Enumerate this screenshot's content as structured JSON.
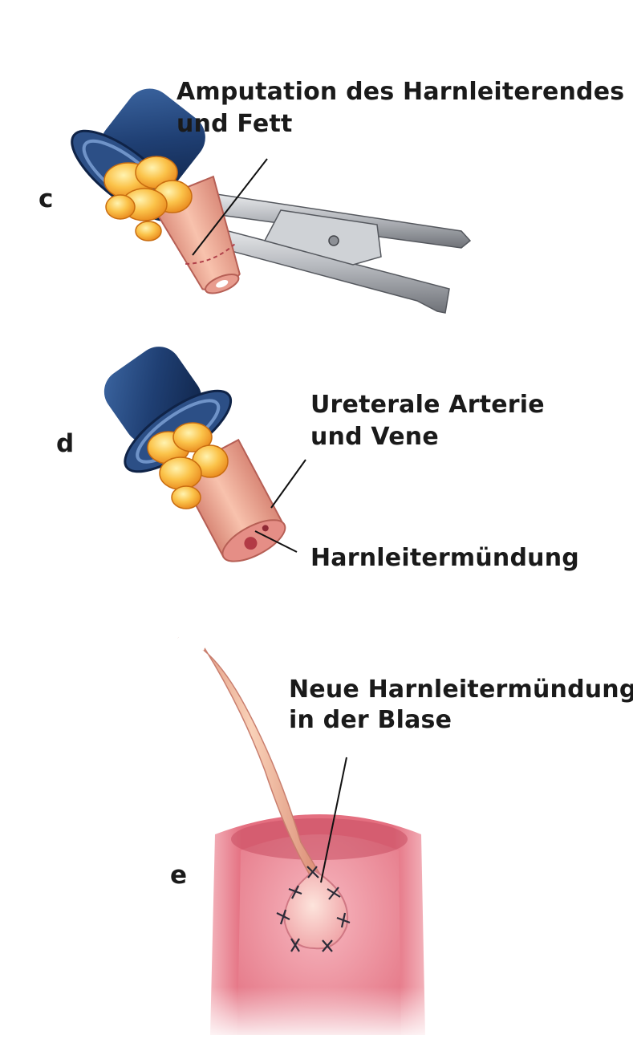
{
  "panels": {
    "c": {
      "letter": "c",
      "label_line1": "Amputation des Harnleiterendes",
      "label_line2": "und Fett"
    },
    "d": {
      "letter": "d",
      "label_a_line1": "Ureterale Arterie",
      "label_a_line2": "und Vene",
      "label_b": "Harnleitermündung"
    },
    "e": {
      "letter": "e",
      "label_line1": "Neue Harnleitermündung",
      "label_line2": "in der Blase"
    }
  },
  "colors": {
    "cuff_blue": "#1f3f73",
    "ureter_pink": "#f0a58f",
    "fat_orange": "#f6a623",
    "bladder_red": "#e46f80",
    "scissors_steel": "#b5b8bd",
    "suture": "#2b2b38"
  }
}
